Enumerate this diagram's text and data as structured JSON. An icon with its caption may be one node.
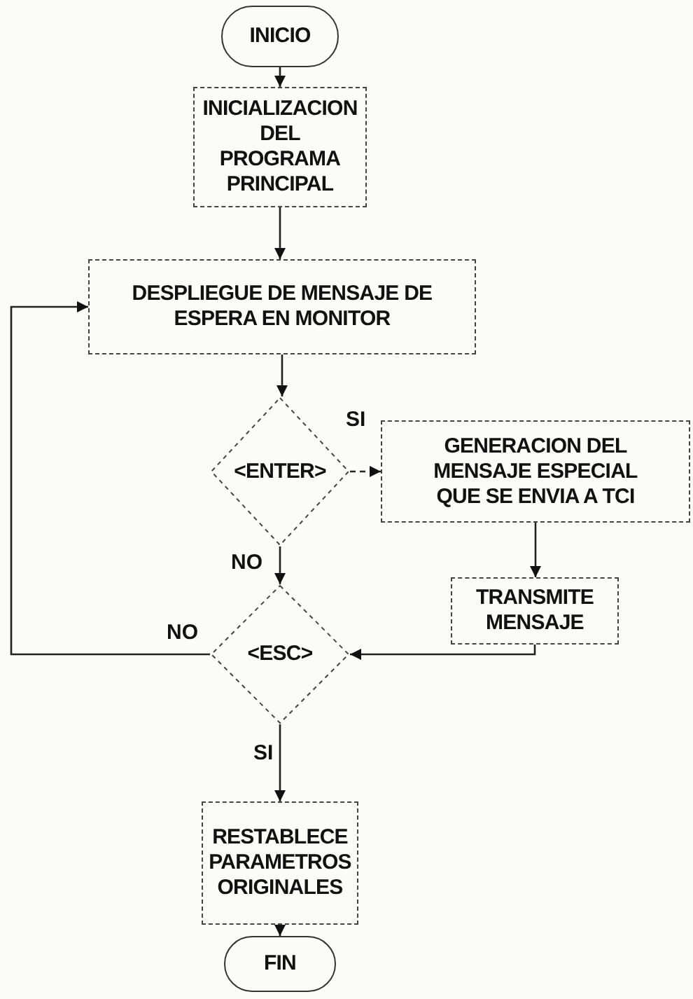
{
  "diagram": {
    "nodes": [
      {
        "text": [
          "INICIO"
        ]
      },
      {
        "text": [
          "INICIALIZACION DEL PROGRAMA PRINCIPAL"
        ]
      },
      {
        "text": [
          "DESPLIEGUE DE MENSAJE DE ESPERA EN MONITOR"
        ]
      },
      {
        "text": [
          "<ENTER>"
        ]
      },
      {
        "text": [
          "GENERACION DEL MENSAJE ESPECIAL QUE SE ENVIA A TCI"
        ]
      },
      {
        "text": [
          "TRANSMITE MENSAJE"
        ]
      },
      {
        "text": [
          "<ESC>"
        ]
      },
      {
        "text": [
          "RESTABLECE PARAMETROS ORIGINALES"
        ]
      },
      {
        "text": [
          "FIN"
        ]
      }
    ],
    "edges": [
      {
        "from": 0,
        "to": 1,
        "arrow": "to"
      },
      {
        "from": 1,
        "to": 2,
        "arrow": "to"
      },
      {
        "from": 2,
        "to": 3,
        "arrow": "to"
      },
      {
        "from": 3,
        "to": 4,
        "arrow": "to",
        "label": "SI",
        "style": "dashed"
      },
      {
        "from": 4,
        "to": 5,
        "arrow": "to"
      },
      {
        "from": 5,
        "to": 6,
        "arrow": "to"
      },
      {
        "from": 3,
        "to": 6,
        "arrow": "to",
        "label": "NO"
      },
      {
        "from": 6,
        "to": 2,
        "arrow": "to",
        "label": "NO"
      },
      {
        "from": 6,
        "to": 7,
        "arrow": "to",
        "label": "SI"
      },
      {
        "from": 7,
        "to": 8,
        "arrow": "to"
      }
    ]
  }
}
